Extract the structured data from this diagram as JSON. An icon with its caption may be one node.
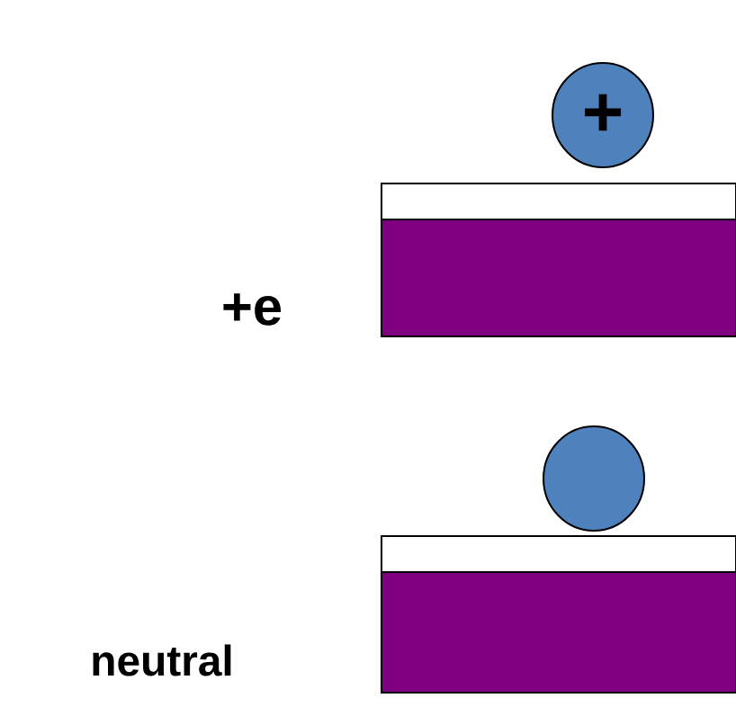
{
  "diagram": {
    "nodes": [
      {
        "text": [
          "+"
        ]
      },
      {
        "text": [],
        "shape": "circle"
      }
    ],
    "labels": [
      "+e",
      "neutral"
    ]
  }
}
